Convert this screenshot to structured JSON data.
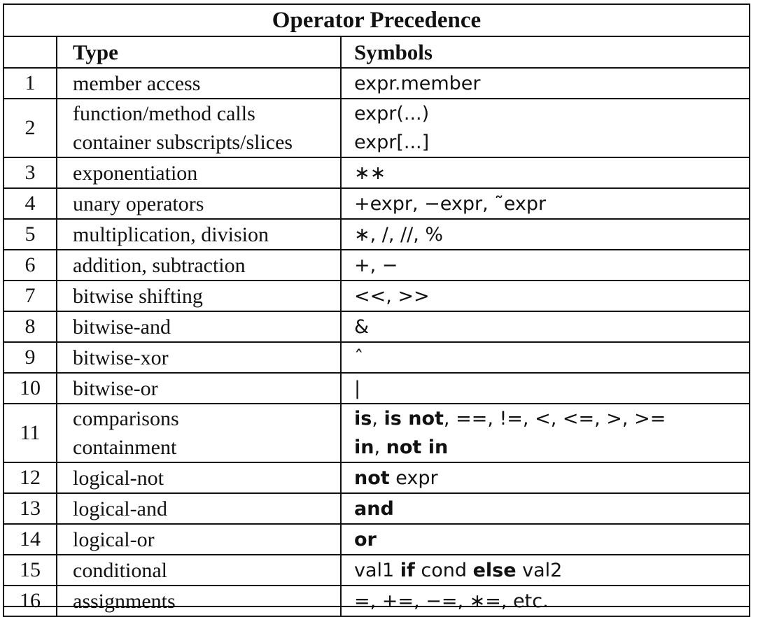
{
  "title": "Operator Precedence",
  "columns": {
    "num": "",
    "type": "Type",
    "symbols": "Symbols"
  },
  "rows": [
    {
      "num": "1",
      "types": [
        "member access"
      ],
      "symbols": [
        [
          {
            "t": "expr.member"
          }
        ]
      ]
    },
    {
      "num": "2",
      "types": [
        "function/method calls",
        "container subscripts/slices"
      ],
      "symbols": [
        [
          {
            "t": "expr(...)"
          }
        ],
        [
          {
            "t": "expr[...]"
          }
        ]
      ]
    },
    {
      "num": "3",
      "types": [
        "exponentiation"
      ],
      "symbols": [
        [
          {
            "t": "∗∗"
          }
        ]
      ]
    },
    {
      "num": "4",
      "types": [
        "unary operators"
      ],
      "symbols": [
        [
          {
            "t": "+expr,  −expr,  ˜expr"
          }
        ]
      ]
    },
    {
      "num": "5",
      "types": [
        "multiplication, division"
      ],
      "symbols": [
        [
          {
            "t": "∗,  /,  //,  %"
          }
        ]
      ]
    },
    {
      "num": "6",
      "types": [
        "addition, subtraction"
      ],
      "symbols": [
        [
          {
            "t": "+,  −"
          }
        ]
      ]
    },
    {
      "num": "7",
      "types": [
        "bitwise shifting"
      ],
      "symbols": [
        [
          {
            "t": "<<,  >>"
          }
        ]
      ]
    },
    {
      "num": "8",
      "types": [
        "bitwise-and"
      ],
      "symbols": [
        [
          {
            "t": "&"
          }
        ]
      ]
    },
    {
      "num": "9",
      "types": [
        "bitwise-xor"
      ],
      "symbols": [
        [
          {
            "t": "ˆ"
          }
        ]
      ]
    },
    {
      "num": "10",
      "types": [
        "bitwise-or"
      ],
      "symbols": [
        [
          {
            "t": "|"
          }
        ]
      ]
    },
    {
      "num": "11",
      "types": [
        "comparisons",
        "containment"
      ],
      "symbols": [
        [
          {
            "t": "is",
            "b": true
          },
          {
            "t": ",  "
          },
          {
            "t": "is not",
            "b": true
          },
          {
            "t": ",  ==,  !=,  <,  <=,  >,  >="
          }
        ],
        [
          {
            "t": "in",
            "b": true
          },
          {
            "t": ",  "
          },
          {
            "t": "not in",
            "b": true
          }
        ]
      ]
    },
    {
      "num": "12",
      "types": [
        "logical-not"
      ],
      "symbols": [
        [
          {
            "t": "not",
            "b": true
          },
          {
            "t": " expr"
          }
        ]
      ]
    },
    {
      "num": "13",
      "types": [
        "logical-and"
      ],
      "symbols": [
        [
          {
            "t": "and",
            "b": true
          }
        ]
      ]
    },
    {
      "num": "14",
      "types": [
        "logical-or"
      ],
      "symbols": [
        [
          {
            "t": "or",
            "b": true
          }
        ]
      ]
    },
    {
      "num": "15",
      "types": [
        "conditional"
      ],
      "symbols": [
        [
          {
            "t": "val1 "
          },
          {
            "t": "if",
            "b": true
          },
          {
            "t": " cond "
          },
          {
            "t": "else",
            "b": true
          },
          {
            "t": " val2"
          }
        ]
      ]
    },
    {
      "num": "16",
      "types": [
        "assignments"
      ],
      "symbols": [
        [
          {
            "t": "=,  +=,  −=,  ∗=,  etc."
          }
        ]
      ]
    }
  ]
}
